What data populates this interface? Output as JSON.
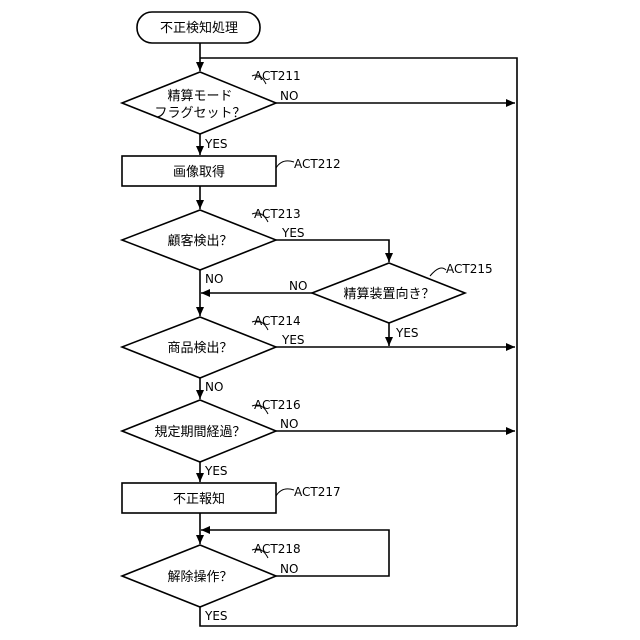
{
  "nodes": {
    "start": "不正検知処理",
    "act211_line1": "精算モード",
    "act211_line2": "フラグセット？",
    "act212": "画像取得",
    "act213": "顧客検出？",
    "act215": "精算装置向き？",
    "act214": "商品検出？",
    "act216": "規定期間経過？",
    "act217": "不正報知",
    "act218": "解除操作？"
  },
  "step_labels": {
    "act211": "ACT211",
    "act212": "ACT212",
    "act213": "ACT213",
    "act214": "ACT214",
    "act215": "ACT215",
    "act216": "ACT216",
    "act217": "ACT217",
    "act218": "ACT218"
  },
  "edge_labels": {
    "act211_no": "NO",
    "act211_yes": "YES",
    "act213_yes": "YES",
    "act213_no": "NO",
    "act215_no": "NO",
    "act215_yes": "YES",
    "act214_yes": "YES",
    "act214_no": "NO",
    "act216_no": "NO",
    "act216_yes": "YES",
    "act218_no": "NO",
    "act218_yes": "YES"
  }
}
